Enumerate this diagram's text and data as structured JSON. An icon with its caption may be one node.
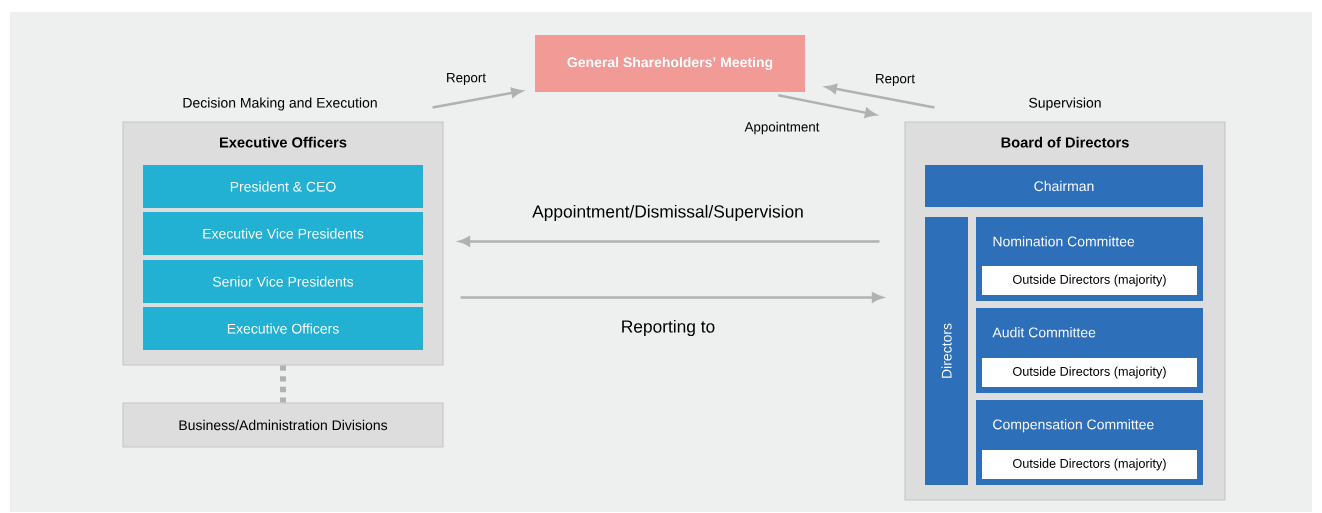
{
  "diagram": {
    "nodes": [
      {
        "text": [
          "General Shareholders’ Meeting"
        ]
      },
      {
        "text": [
          "Executive Officers"
        ],
        "beside": [
          "Decision Making and Execution"
        ]
      },
      {
        "text": [
          "President & CEO"
        ],
        "in": 1
      },
      {
        "text": [
          "Executive Vice Presidents"
        ],
        "in": 1
      },
      {
        "text": [
          "Senior Vice Presidents"
        ],
        "in": 1
      },
      {
        "text": [
          "Executive Officers"
        ],
        "in": 1
      },
      {
        "text": [
          "Business/Administration Divisions"
        ]
      },
      {
        "text": [
          "Board of Directors"
        ],
        "beside": [
          "Supervision"
        ]
      },
      {
        "text": [
          "Chairman"
        ],
        "in": 7
      },
      {
        "text": [
          "Directors"
        ],
        "in": 7
      },
      {
        "text": [
          "Nomination Committee"
        ],
        "in": 7
      },
      {
        "text": [
          "Outside Directors (majority)"
        ],
        "in": 10
      },
      {
        "text": [
          "Audit Committee"
        ],
        "in": 7
      },
      {
        "text": [
          "Outside Directors (majority)"
        ],
        "in": 12
      },
      {
        "text": [
          "Compensation Committee"
        ],
        "in": 7
      },
      {
        "text": [
          "Outside Directors (majority)"
        ],
        "in": 14
      }
    ],
    "edges": [
      {
        "from": 1,
        "to": 0,
        "arrow": "to",
        "label": "Report"
      },
      {
        "from": 0,
        "to": 7,
        "arrow": "to",
        "label": "Appointment"
      },
      {
        "from": 7,
        "to": 0,
        "arrow": "to",
        "label": "Report"
      },
      {
        "from": 7,
        "to": 1,
        "arrow": "to",
        "label": "Appointment/Dismissal/Supervision"
      },
      {
        "from": 1,
        "to": 7,
        "arrow": "to",
        "label": "Reporting to"
      },
      {
        "from": 1,
        "to": 6,
        "arrow": "none",
        "style": "dashed"
      }
    ]
  }
}
